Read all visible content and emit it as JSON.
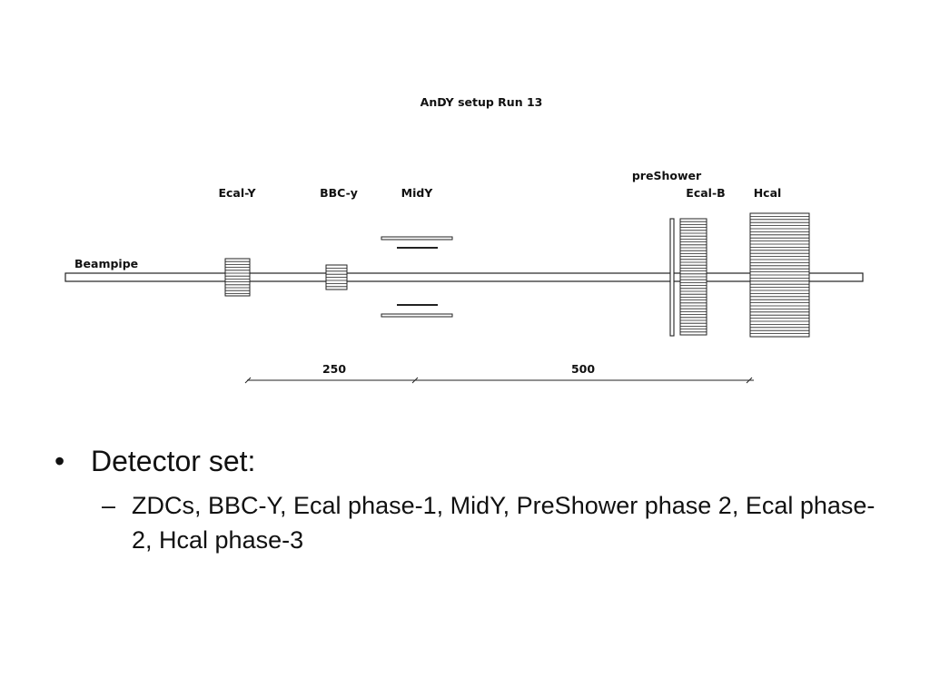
{
  "diagram": {
    "title": "AnDY setup Run 13",
    "labels": {
      "beampipe": "Beampipe",
      "ecal_y": "Ecal-Y",
      "bbc_y": "BBC-y",
      "midy": "MidY",
      "preshower": "preShower",
      "ecal_b": "Ecal-B",
      "hcal": "Hcal"
    },
    "dimensions": [
      "250",
      "500"
    ]
  },
  "bullets": {
    "level1": "Detector set:",
    "level1_marker": "•",
    "level2": "ZDCs, BBC-Y, Ecal phase-1, MidY,  PreShower phase 2, Ecal phase-2, Hcal phase-3",
    "level2_marker": "–"
  }
}
